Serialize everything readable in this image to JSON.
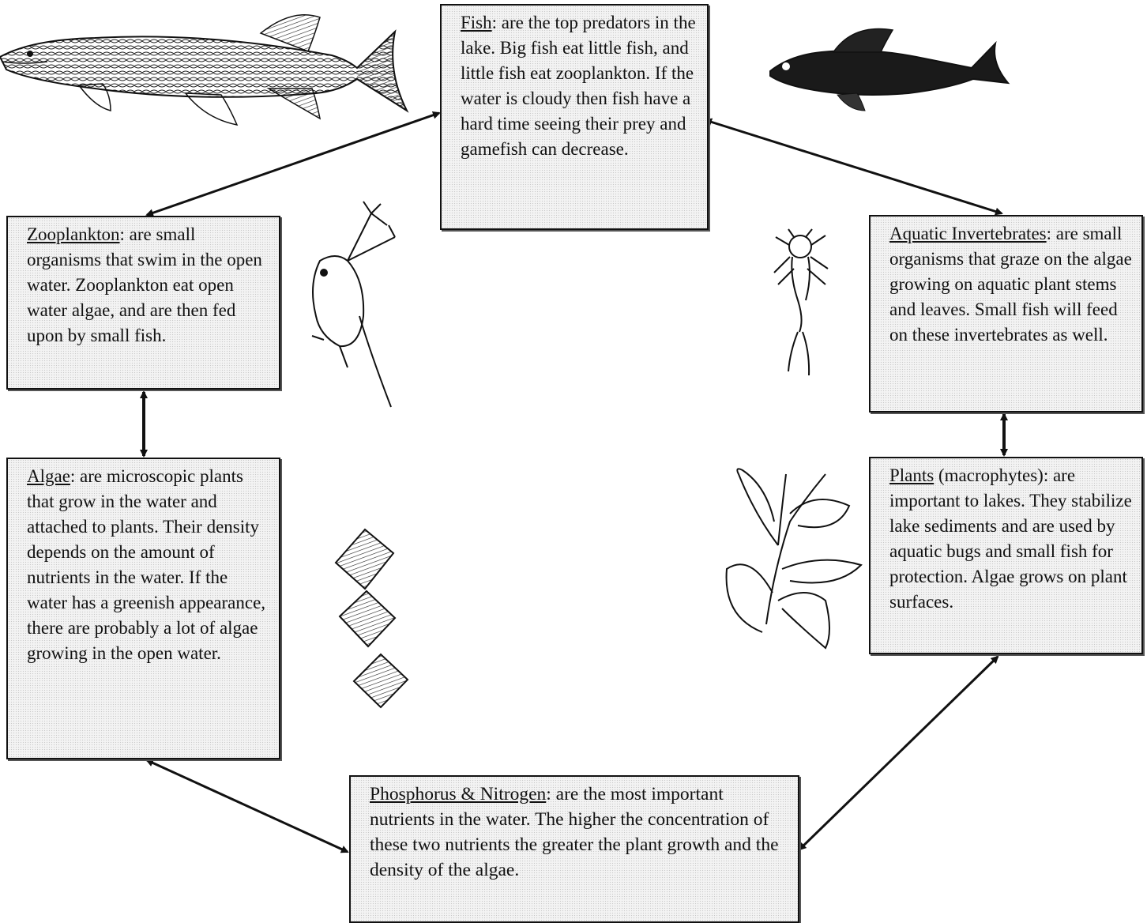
{
  "boxes": {
    "fish": {
      "term": "Fish",
      "text": ": are the top predators in the lake.  Big fish eat little fish, and little fish eat zooplankton.  If the water is cloudy then fish have a hard time seeing their prey and gamefish can decrease."
    },
    "zooplankton": {
      "term": "Zooplankton",
      "text": ": are small organisms that swim in the open water. Zooplankton eat open water algae, and are then fed upon by small fish."
    },
    "invertebrates": {
      "term": "Aquatic Invertebrates",
      "text": ": are small organisms that graze on the algae growing on aquatic plant stems and leaves.  Small fish will feed on these invertebrates as well."
    },
    "algae": {
      "term": "Algae",
      "text": ": are microscopic plants that grow in the water and attached to plants.  Their density depends on the amount of nutrients in the water.  If the water has a greenish appearance, there are probably a lot of algae growing in the open water."
    },
    "plants": {
      "term": "Plants",
      "text": " (macrophytes): are important to lakes.  They stabilize lake sediments and are used by aquatic bugs and small fish for protection.  Algae grows on plant surfaces."
    },
    "nutrients": {
      "term": "Phosphorus & Nitrogen",
      "text": ": are the most important nutrients in the water.  The higher the concentration of these two nutrients the greater the plant growth and the density of the algae."
    }
  },
  "illustrations": {
    "pike": "pike-fish-illustration",
    "walleye": "walleye-fish-illustration",
    "daphnia": "zooplankton-illustration",
    "nymph": "aquatic-invertebrate-illustration",
    "diatom": "algae-chain-illustration",
    "plant": "aquatic-plant-illustration"
  }
}
